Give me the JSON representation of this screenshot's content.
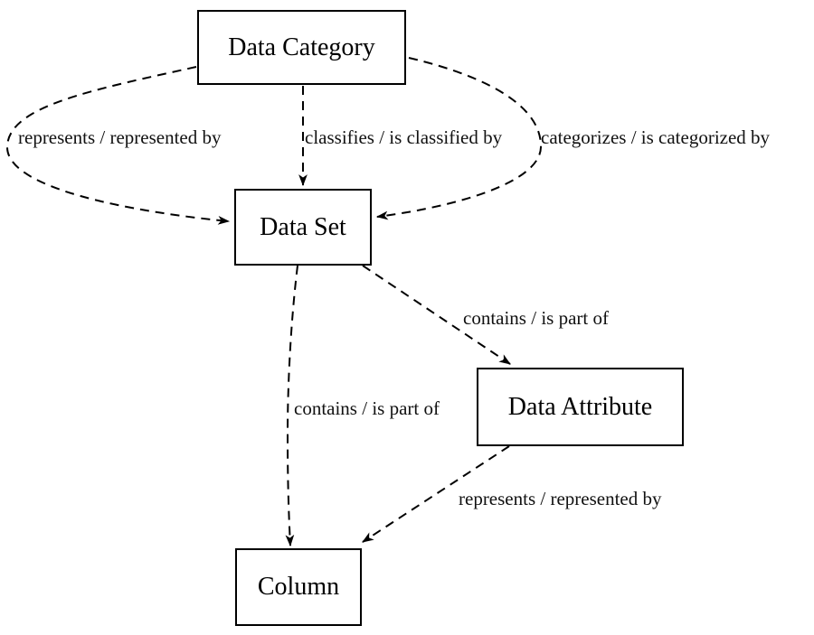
{
  "diagram": {
    "type": "entity-relationship",
    "background_color": "#ffffff",
    "stroke_color": "#000000",
    "edge_style": "dashed",
    "nodes": [
      {
        "id": "data-category",
        "label": "Data Category"
      },
      {
        "id": "data-set",
        "label": "Data Set"
      },
      {
        "id": "data-attribute",
        "label": "Data Attribute"
      },
      {
        "id": "column",
        "label": "Column"
      }
    ],
    "edges": [
      {
        "from": "Data Category",
        "to": "Data Set",
        "label": "represents / represented by",
        "style": "dashed",
        "arrow": "filled"
      },
      {
        "from": "Data Category",
        "to": "Data Set",
        "label": "classifies / is classified by",
        "style": "dashed",
        "arrow": "filled"
      },
      {
        "from": "Data Category",
        "to": "Data Set",
        "label": "categorizes / is categorized by",
        "style": "dashed",
        "arrow": "filled"
      },
      {
        "from": "Data Set",
        "to": "Data Attribute",
        "label": "contains / is part of",
        "style": "dashed",
        "arrow": "filled"
      },
      {
        "from": "Data Set",
        "to": "Column",
        "label": "contains / is part of",
        "style": "dashed",
        "arrow": "filled"
      },
      {
        "from": "Data Attribute",
        "to": "Column",
        "label": "represents / represented by",
        "style": "dashed",
        "arrow": "filled"
      }
    ]
  }
}
